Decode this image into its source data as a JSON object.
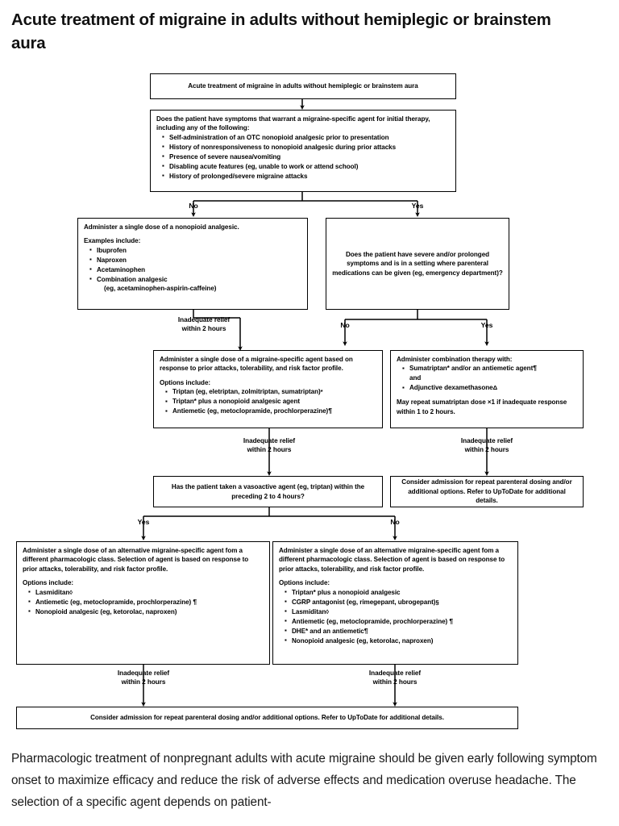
{
  "page": {
    "title": "Acute treatment of migraine in adults without hemiplegic or brainstem aura",
    "caption": "Pharmacologic treatment of nonpregnant adults with acute migraine should be given early following symptom onset to maximize efficacy and reduce the risk of adverse effects and medication overuse headache. The selection of a specific agent depends on patient-"
  },
  "chart_data": {
    "type": "flowchart",
    "title": "Acute treatment of migraine in adults without hemiplegic or brainstem aura"
  },
  "nodes": {
    "start": {
      "text": "Acute treatment of migraine in adults without hemiplegic or brainstem aura"
    },
    "symptom_decision": {
      "lead": "Does the patient have symptoms that warrant a migraine-specific agent for initial therapy, including any of the following:",
      "items": [
        "Self-administration of an OTC nonopioid analgesic prior to presentation",
        "History of nonresponsiveness to nonopioid analgesic during prior attacks",
        "Presence of severe nausea/vomiting",
        "Disabling acute features (eg, unable to work or attend school)",
        "History of prolonged/severe migraine attacks"
      ]
    },
    "nonopioid": {
      "lead": "Administer a single dose of a nonopioid analgesic.",
      "options_label": "Examples include:",
      "items": [
        "Ibuprofen",
        "Naproxen",
        "Acetaminophen",
        "Combination analgesic"
      ],
      "continuation": "(eg, acetaminophen-aspirin-caffeine)"
    },
    "parenteral_decision": {
      "text": "Does the patient have severe and/or prolonged symptoms and is in a setting where parenteral medications can be given (eg, emergency department)?"
    },
    "migraine_specific": {
      "lead": "Administer a single dose of a migraine-specific agent based on response to prior attacks, tolerability, and risk factor profile.",
      "options_label": "Options include:",
      "items": [
        {
          "text": "Triptan (eg, eletriptan, zolmitriptan, sumatriptan)",
          "sup": "*"
        },
        {
          "text": "Triptan* plus a nonopioid analgesic agent",
          "sup": ""
        },
        {
          "text": "Antiemetic (eg, metoclopramide, prochlorperazine)",
          "sup": "¶"
        }
      ]
    },
    "combination_therapy": {
      "lead": "Administer combination therapy with:",
      "items": [
        {
          "text": "Sumatriptan* and/or an antiemetic agent",
          "sup": "¶"
        },
        {
          "text": "and",
          "sup": "",
          "nobullet": true
        },
        {
          "text": "Adjunctive dexamethasone",
          "sup": "Δ"
        }
      ],
      "footer": "May repeat sumatriptan dose ×1 if inadequate response within 1 to 2 hours."
    },
    "vasoactive_decision": {
      "text": "Has the patient taken a vasoactive agent (eg, triptan) within the preceding 2 to 4 hours?"
    },
    "consider_admission_right": {
      "text": "Consider admission for repeat parenteral dosing and/or additional options. Refer to UpToDate for additional details."
    },
    "alt_agent_yes": {
      "lead": "Administer a single dose of an alternative migraine-specific agent fom a different pharmacologic class. Selection of agent is based on response to prior attacks, tolerability, and risk factor profile.",
      "options_label": "Options include:",
      "items": [
        {
          "text": "Lasmiditan",
          "sup": "◊"
        },
        {
          "text": "Antiemetic (eg, metoclopramide, prochlorperazine)",
          "sup": "¶"
        },
        {
          "text": "Nonopioid analgesic (eg, ketorolac, naproxen)",
          "sup": ""
        }
      ]
    },
    "alt_agent_no": {
      "lead": "Administer a single dose of an alternative migraine-specific agent fom a different pharmacologic class. Selection of agent is based on response to prior attacks, tolerability, and risk factor profile.",
      "options_label": "Options include:",
      "items": [
        {
          "text": "Triptan* plus a nonopioid analgesic",
          "sup": ""
        },
        {
          "text": "CGRP antagonist (eg, rimegepant, ubrogepant)",
          "sup": "§"
        },
        {
          "text": "Lasmiditan",
          "sup": "◊"
        },
        {
          "text": "Antiemetic (eg, metoclopramide, prochlorperazine)",
          "sup": "¶"
        },
        {
          "text": "DHE* and an antiemetic",
          "sup": "¶"
        },
        {
          "text": "Nonopioid analgesic (eg, ketorolac, naproxen)",
          "sup": ""
        }
      ]
    },
    "final_admission": {
      "text": "Consider admission for repeat parenteral dosing and/or additional options. Refer to UpToDate for additional details."
    }
  },
  "edges": {
    "no_1": "No",
    "yes_1": "Yes",
    "no_2": "No",
    "yes_2": "Yes",
    "yes_3": "Yes",
    "no_3": "No",
    "inadequate_a": "Inadequate relief\nwithin 2 hours",
    "inadequate_b": "Inadequate relief\nwithin 2 hours",
    "inadequate_c": "Inadequate relief\nwithin 2 hours",
    "inadequate_d": "Inadequate relief\nwithin 2 hours",
    "inadequate_e": "Inadequate relief\nwithin 2 hours"
  },
  "colors": {
    "border": "#000000",
    "text": "#000000",
    "background": "#ffffff"
  }
}
